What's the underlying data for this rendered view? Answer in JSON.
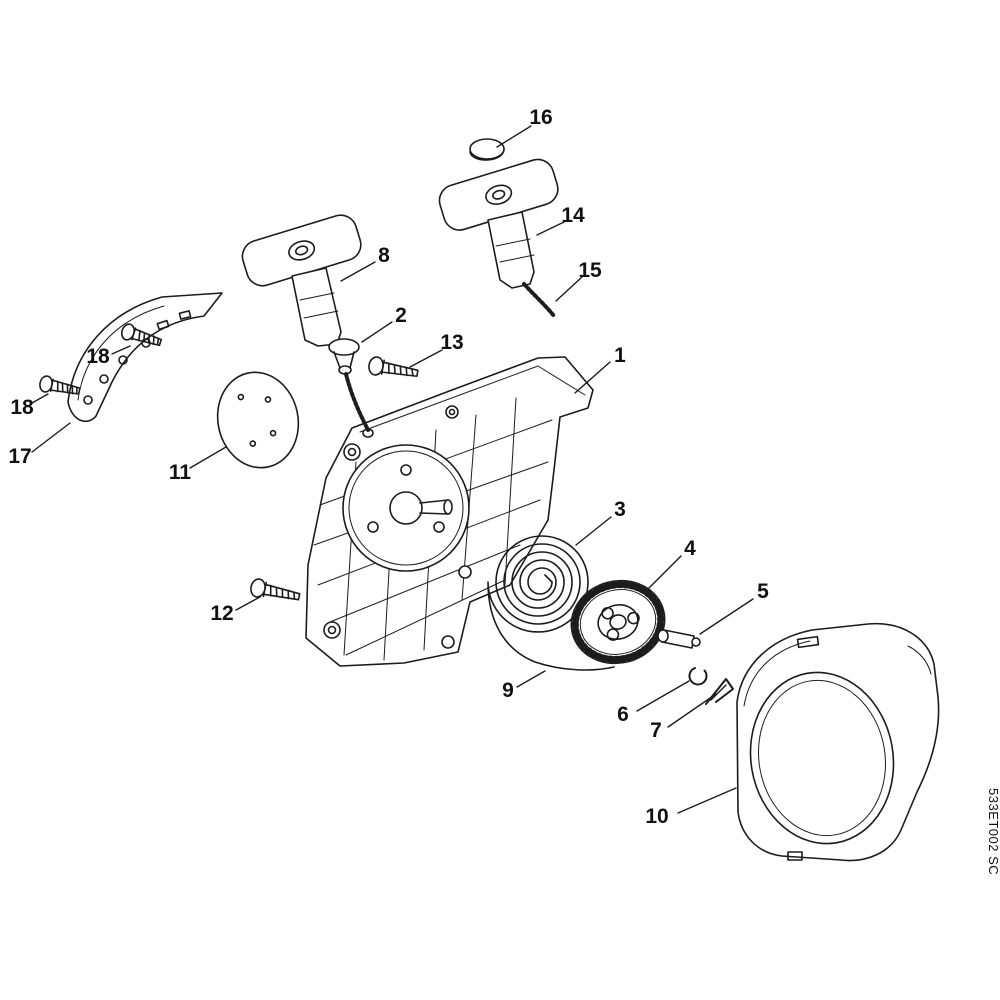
{
  "diagram": {
    "code": "533ET002 SC",
    "type": "exploded-parts-view"
  },
  "colors": {
    "background": "#ffffff",
    "line": "#1c1c1c",
    "label_text": "#111111"
  },
  "parts": [
    {
      "label": "16"
    },
    {
      "label": "14"
    },
    {
      "label": "15"
    },
    {
      "label": "8"
    },
    {
      "label": "2"
    },
    {
      "label": "13"
    },
    {
      "label": "1"
    },
    {
      "label": "18"
    },
    {
      "label": "18"
    },
    {
      "label": "17"
    },
    {
      "label": "11"
    },
    {
      "label": "12"
    },
    {
      "label": "3"
    },
    {
      "label": "4"
    },
    {
      "label": "5"
    },
    {
      "label": "9"
    },
    {
      "label": "6"
    },
    {
      "label": "7"
    },
    {
      "label": "10"
    }
  ]
}
